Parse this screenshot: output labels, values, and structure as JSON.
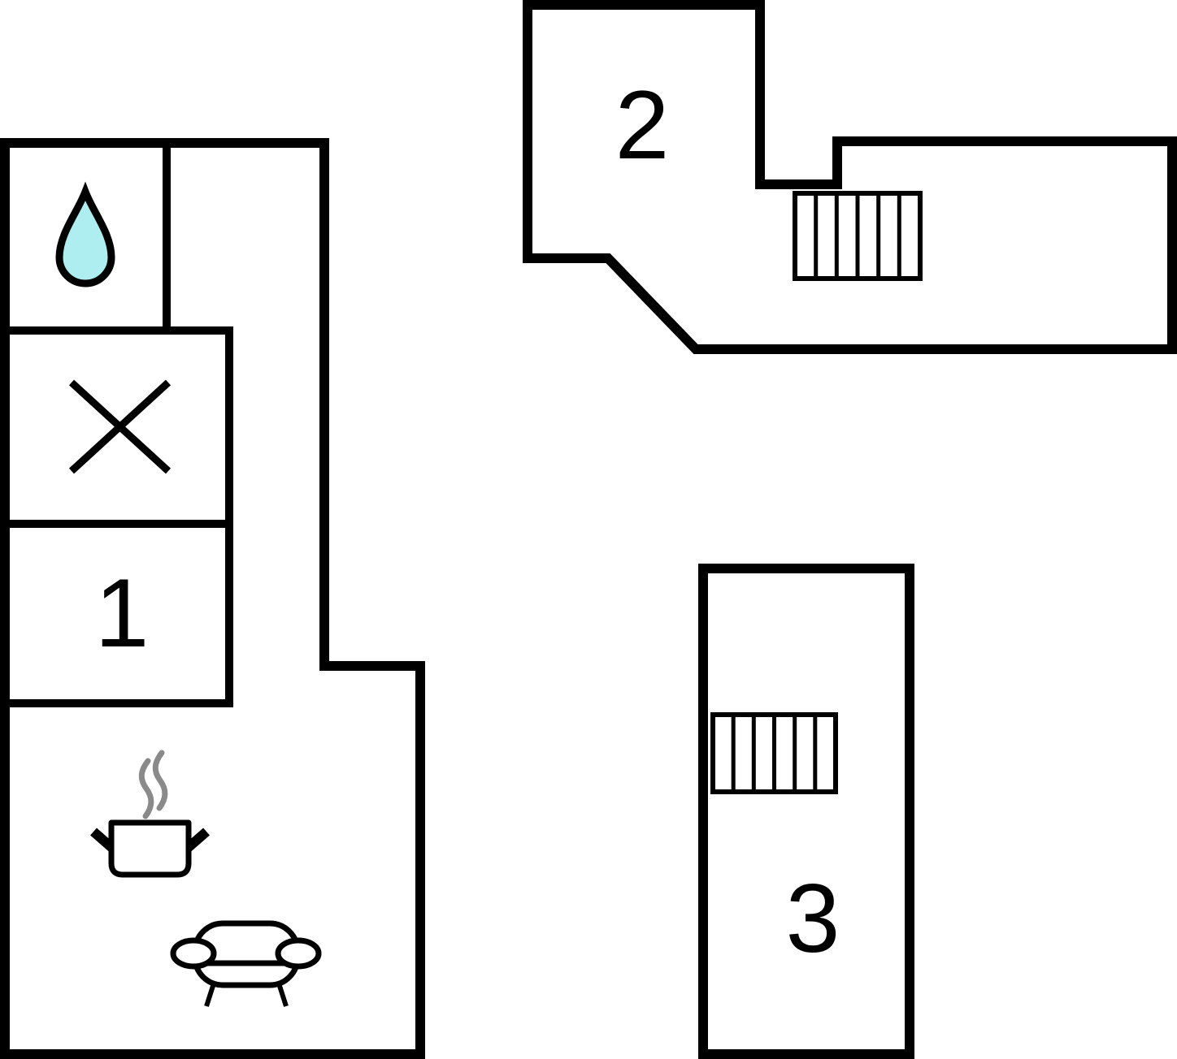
{
  "colors": {
    "background": "#ffffff",
    "wall": "#000000",
    "water_drop_fill": "#aeeef0",
    "steam": "#8a8a8a"
  },
  "rooms": [
    {
      "label": "1"
    },
    {
      "label": "2"
    },
    {
      "label": "3"
    }
  ],
  "icons": [
    "water-drop-icon",
    "x-symbol-icon",
    "steam-icon",
    "cooking-pot-icon",
    "sofa-icon",
    "stairs-icon-unit-2",
    "stairs-icon-unit-3"
  ]
}
